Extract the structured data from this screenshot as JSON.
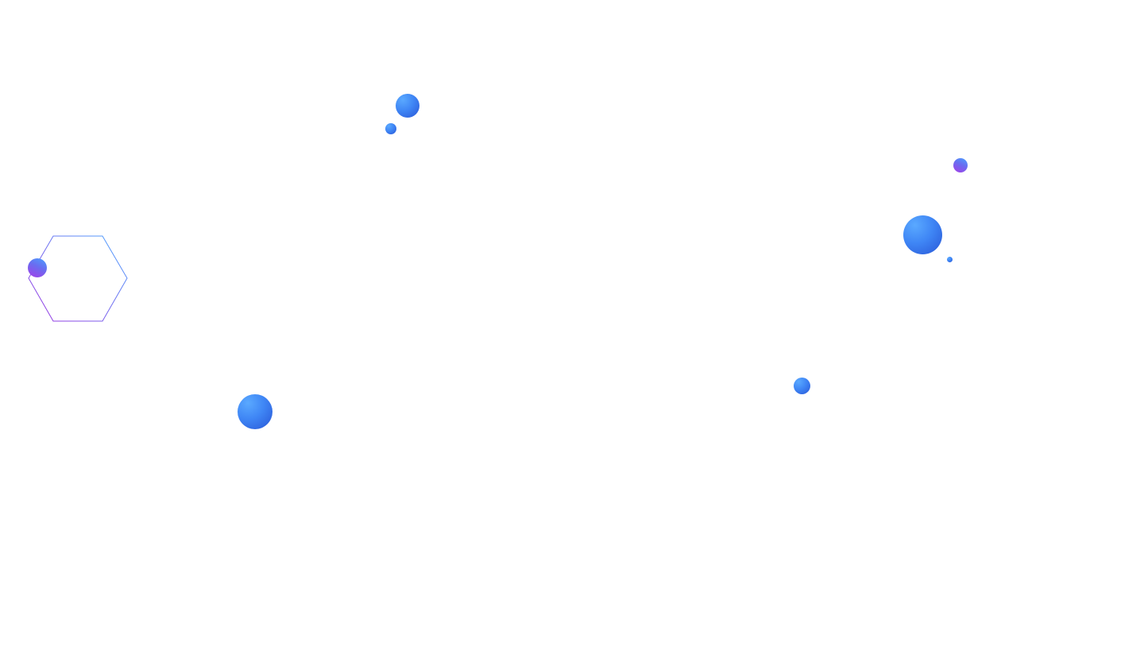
{
  "colors": {
    "background": "#ffffff",
    "bubble_light": "#5aa9ff",
    "bubble_mid": "#3f86f5",
    "bubble_dark": "#2856d6",
    "accent_violet": "#a43ee8",
    "hexagon_stroke_start": "#4aa8ff",
    "hexagon_stroke_end": "#9b30e0"
  },
  "shapes": {
    "outline_hexagons": 1,
    "blue_bubbles": 6,
    "violet_bubbles": 2
  }
}
